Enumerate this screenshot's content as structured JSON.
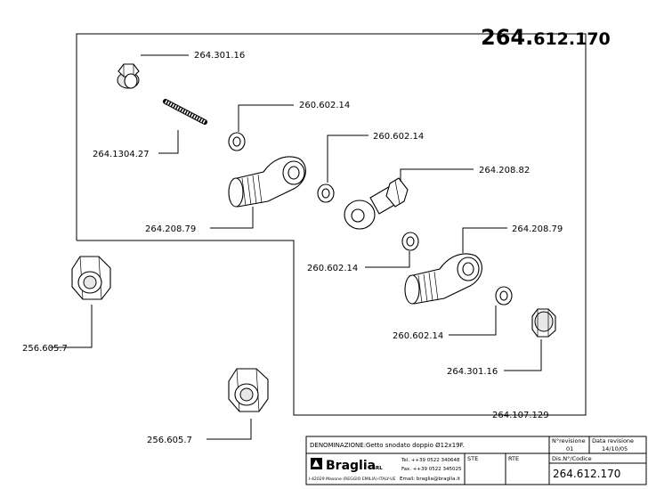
{
  "header": {
    "code_prefix": "264.",
    "code_suffix": "612.170"
  },
  "labels": {
    "cap_top": "264.301.16",
    "stud": "264.1304.27",
    "washer_1": "260.602.14",
    "washer_2": "260.602.14",
    "ring_bolt": "264.208.82",
    "elbow_top": "264.208.79",
    "elbow_bottom": "264.208.79",
    "washer_3": "260.602.14",
    "washer_4": "260.602.14",
    "cap_bottom": "264.301.16",
    "nut_left": "256.605.7",
    "nut_bottom": "256.605.7",
    "assembly": "264.107.129"
  },
  "title_block": {
    "denominazione_label": "DENOMINAZIONE:",
    "denominazione_value": "Getto snodato doppio Ø12x19F.",
    "revision_label": "N°revisione",
    "revision_value": "01",
    "date_label": "Data revisione",
    "date_value": "14/10/05",
    "company": "Braglia",
    "company_suffix": "SRL",
    "address": "I-42029 Masone (REGGIO EMILIA)-ITALY-UE",
    "tel": "Tel. ++39 0522 340648",
    "fax": "Fax. ++39 0522 345025",
    "email": "Email: braglia@braglia.it",
    "ste_label": "STE",
    "rte_label": "RTE",
    "code_label": "Dis.N°/Codice",
    "code_value": "264.612.170"
  }
}
